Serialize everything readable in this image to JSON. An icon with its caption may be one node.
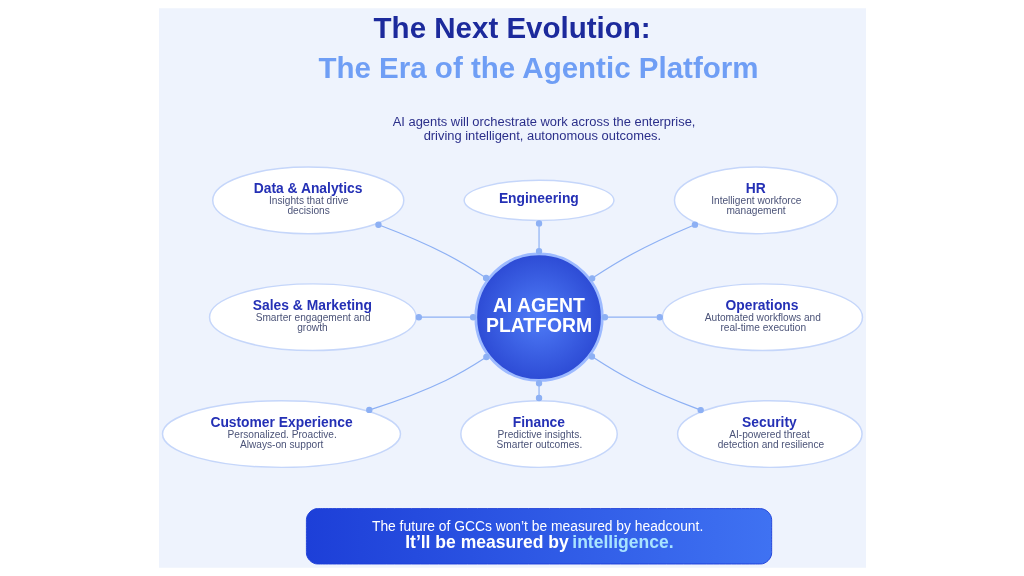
{
  "diagram": {
    "title": "The Next Evolution:",
    "nodes": [
      {
        "text": [
          "AI AGENT PLATFORM"
        ]
      },
      {
        "text": [
          "Data & Analytics",
          "Insights that drive decisions"
        ]
      },
      {
        "text": [
          "Engineering"
        ]
      },
      {
        "text": [
          "HR",
          "Intelligent workforce management"
        ]
      },
      {
        "text": [
          "Sales & Marketing",
          "Smarter engagement and growth"
        ]
      },
      {
        "text": [
          "Operations",
          "Automated workflows and real-time execution"
        ]
      },
      {
        "text": [
          "Customer Experience",
          "Personalized. Proactive. Always-on support"
        ]
      },
      {
        "text": [
          "Finance",
          "Predictive insights. Smarter outcomes."
        ]
      },
      {
        "text": [
          "Security",
          "AI-powered threat detection and resilience"
        ]
      },
      {
        "text": [
          "The future of GCCs won’t be measured by headcount.",
          "It’ll be measured by intelligence."
        ]
      }
    ],
    "edges": [
      {
        "from": 1,
        "to": 0,
        "arrow": "other"
      },
      {
        "from": 2,
        "to": 0,
        "arrow": "other"
      },
      {
        "from": 3,
        "to": 0,
        "arrow": "other"
      },
      {
        "from": 4,
        "to": 0,
        "arrow": "other"
      },
      {
        "from": 0,
        "to": 5,
        "arrow": "other"
      },
      {
        "from": 0,
        "to": 6,
        "arrow": "other"
      },
      {
        "from": 0,
        "to": 7,
        "arrow": "other"
      },
      {
        "from": 0,
        "to": 8,
        "arrow": "other"
      }
    ],
    "labels": [
      "The Era of the Agentic Platform",
      "AI agents will orchestrate work across the enterprise, driving intelligent, autonomous outcomes."
    ]
  }
}
